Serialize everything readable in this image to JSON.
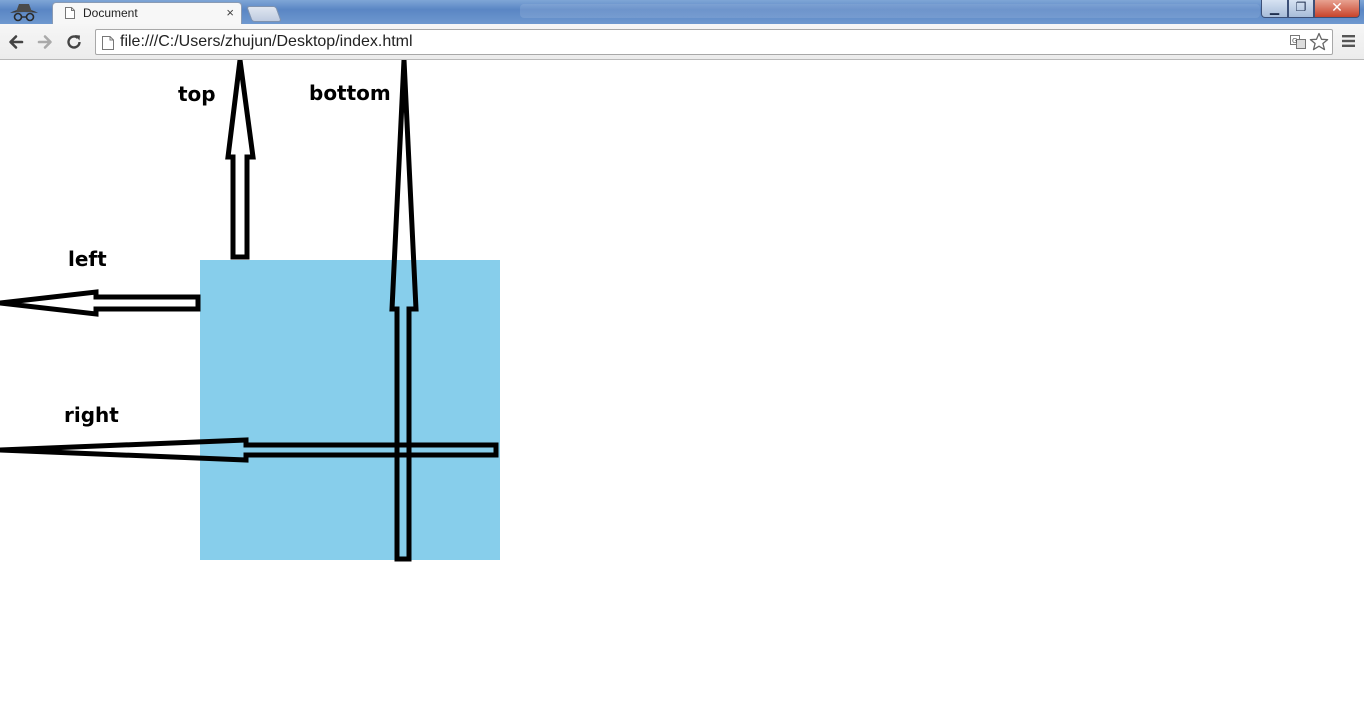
{
  "browser": {
    "tab": {
      "title": "Document",
      "close_glyph": "×"
    },
    "window_controls": {
      "minimize": "▁",
      "maximize": "❐",
      "close": "✕"
    },
    "address_bar": {
      "url": "file:///C:/Users/zhujun/Desktop/index.html"
    },
    "icons": [
      "incognito-icon",
      "page-icon",
      "back-arrow-icon",
      "forward-arrow-icon",
      "reload-icon",
      "translate-icon",
      "bookmark-star-icon",
      "menu-icon"
    ],
    "colors": {
      "tabstrip": "#6e98cf",
      "box": "#87ceeb"
    }
  },
  "page": {
    "labels": {
      "top": "top",
      "bottom": "bottom",
      "left": "left",
      "right": "right"
    }
  }
}
